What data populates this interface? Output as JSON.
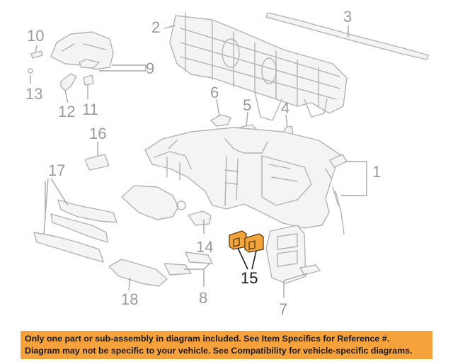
{
  "callouts": {
    "c1": "1",
    "c2": "2",
    "c3": "3",
    "c4": "4",
    "c5": "5",
    "c6": "6",
    "c7": "7",
    "c8": "8",
    "c9": "9",
    "c10": "10",
    "c11": "11",
    "c12": "12",
    "c13": "13",
    "c14": "14",
    "c15": "15",
    "c16": "16",
    "c17": "17",
    "c18": "18"
  },
  "highlighted_callout": "15",
  "colors": {
    "banner_bg": "#f6a23c",
    "highlight_part": "#f0a43a",
    "line_art": "#b3b3b3",
    "text": "#1a1a1a"
  },
  "banner": {
    "line1": "Only one part or sub-assembly in diagram included. See Item Specifics for Reference #.",
    "line2": "Diagram may not be specific to your vehicle. See Compatibility for vehicle-specific diagrams."
  }
}
